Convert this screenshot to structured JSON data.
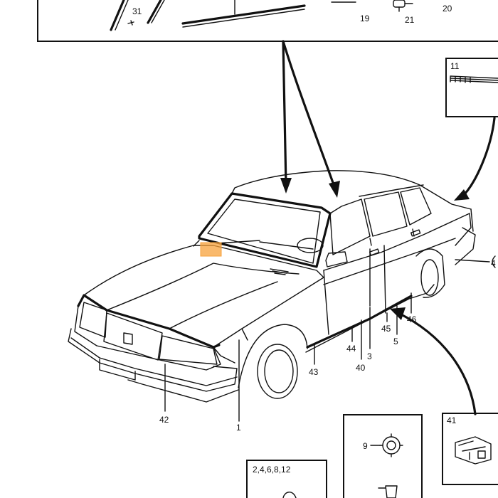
{
  "callouts": {
    "p31": "31",
    "p19": "19",
    "p21": "21",
    "p20": "20",
    "p11": "11",
    "p41": "41",
    "p9": "9",
    "p2468": "2,4,6,8,12",
    "p42": "42",
    "p1": "1",
    "p43": "43",
    "p44": "44",
    "p40": "40",
    "p3": "3",
    "p45": "45",
    "p5": "5",
    "p46": "46",
    "p4": "4"
  },
  "colors": {
    "ink": "#111111",
    "highlight": "#f7a23b"
  }
}
